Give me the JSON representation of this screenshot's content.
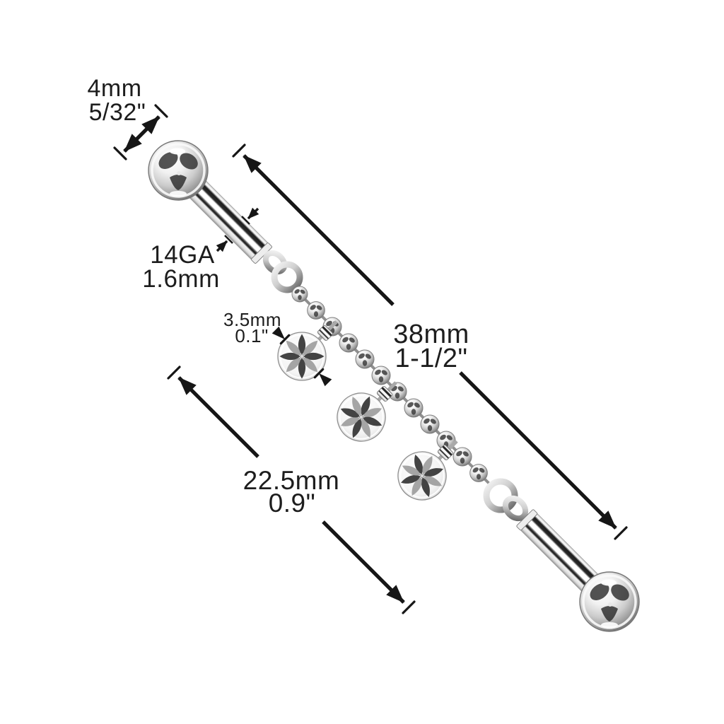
{
  "diagram": {
    "background": "#ffffff",
    "annotation_color": "#1a1a1a",
    "metal_colors": {
      "highlight": "#ffffff",
      "mid": "#a9a9a9",
      "shadow": "#2e2e2e"
    },
    "labels": {
      "ball_size": {
        "metric": "4mm",
        "imperial": "5/32\""
      },
      "gauge": {
        "gauge": "14GA",
        "metric": "1.6mm"
      },
      "charm_size": {
        "metric": "3.5mm",
        "imperial": "0.1\""
      },
      "bar_length": {
        "metric": "38mm",
        "imperial": "1-1/2\""
      },
      "dangle_drop": {
        "metric": "22.5mm",
        "imperial": "0.9\""
      }
    },
    "parts": [
      "top-ball",
      "top-bar",
      "jump-rings-top",
      "ball-chain",
      "flower-disc-charms",
      "jump-rings-bottom",
      "bottom-bar",
      "bottom-ball"
    ]
  }
}
